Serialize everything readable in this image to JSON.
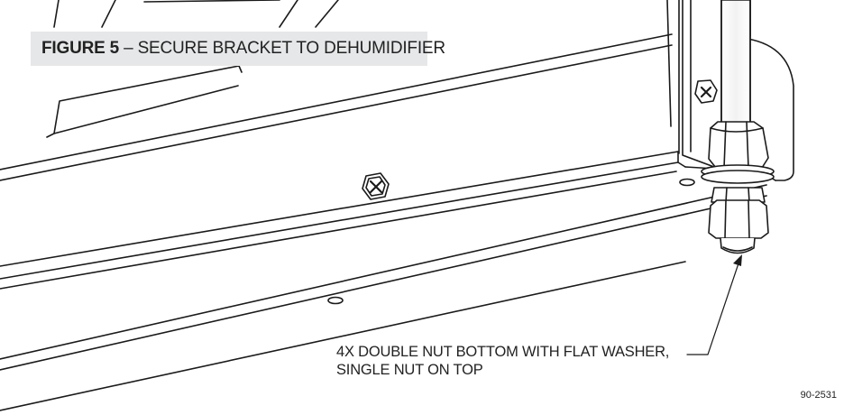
{
  "figure": {
    "label": "FIGURE 5",
    "separator": " – ",
    "title": "SECURE BRACKET TO DEHUMIDIFIER"
  },
  "callout": {
    "line1": "4X DOUBLE NUT BOTTOM WITH FLAT WASHER,",
    "line2": "SINGLE NUT ON TOP"
  },
  "part_number": "90-2531",
  "colors": {
    "caption_background": "#e6e7e8",
    "line": "#1a1a1a"
  }
}
